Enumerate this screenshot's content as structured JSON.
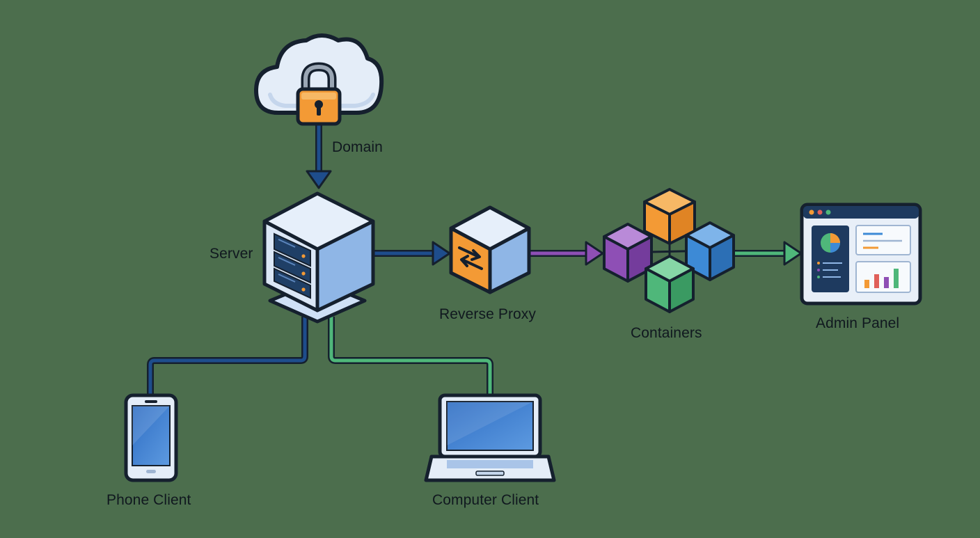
{
  "diagram": {
    "nodes": [
      {
        "id": "domain",
        "label": "Domain",
        "icon": "cloud-lock-icon"
      },
      {
        "id": "server",
        "label": "Server",
        "icon": "server-cube-icon"
      },
      {
        "id": "reverse_proxy",
        "label": "Reverse Proxy",
        "icon": "proxy-cube-icon"
      },
      {
        "id": "containers",
        "label": "Containers",
        "icon": "containers-cluster-icon"
      },
      {
        "id": "admin_panel",
        "label": "Admin Panel",
        "icon": "dashboard-window-icon"
      },
      {
        "id": "phone_client",
        "label": "Phone Client",
        "icon": "smartphone-icon"
      },
      {
        "id": "computer_client",
        "label": "Computer Client",
        "icon": "laptop-icon"
      }
    ],
    "edges": [
      {
        "from": "domain",
        "to": "server",
        "color": "#1e4d8c"
      },
      {
        "from": "server",
        "to": "reverse_proxy",
        "color": "#1e4d8c"
      },
      {
        "from": "reverse_proxy",
        "to": "containers",
        "color": "#8e4fb5"
      },
      {
        "from": "containers",
        "to": "admin_panel",
        "color": "#4fb77a"
      },
      {
        "from": "server",
        "to": "phone_client",
        "color": "#1e4d8c"
      },
      {
        "from": "server",
        "to": "computer_client",
        "color": "#4fb77a"
      }
    ]
  },
  "colors": {
    "background": "#4c6e4d",
    "outline": "#15202e",
    "navy": "#1e4d8c",
    "orange": "#f39a35",
    "purple": "#8e4fb5",
    "blue": "#3d8ad6",
    "green": "#4fb77a",
    "light_blue": "#cfe0f6"
  }
}
